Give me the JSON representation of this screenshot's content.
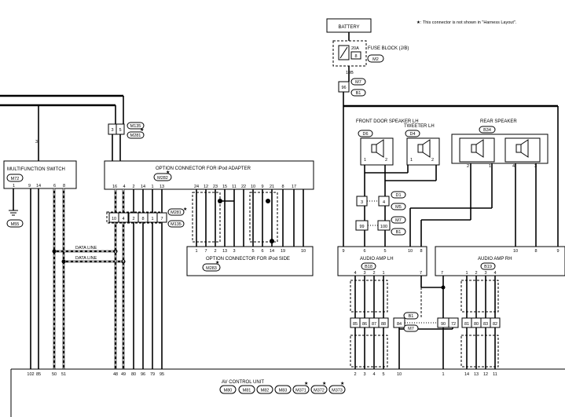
{
  "note": "★: This connector is not shown in \"Harness Layout\".",
  "battery": "BATTERY",
  "fuse_block": {
    "label": "FUSE BLOCK (J/B)",
    "rating": "20A",
    "fuse_no": "8",
    "connector": "M2",
    "terminal": "10B"
  },
  "joint_connector": {
    "terminal": "96",
    "connectors": [
      "M7",
      "B1"
    ]
  },
  "upper_joint": {
    "pins": [
      "3",
      "5"
    ],
    "connectors": [
      "M135",
      "M281"
    ]
  },
  "multifunction_switch": {
    "label": "MULTIFUNCTION SWITCH",
    "connector": "M72",
    "pins": [
      "1",
      "9",
      "14",
      "6",
      "8"
    ],
    "top_pin": "3",
    "ground": "M55"
  },
  "option_connector_ipod_adapter": {
    "label": "OPTION CONNECTOR FOR iPod ADAPTER",
    "connector": "M282",
    "pins_left": [
      "3",
      "5"
    ],
    "pins": [
      "16",
      "4",
      "2",
      "14",
      "1",
      "13"
    ],
    "pins_right": [
      "24",
      "12",
      "23",
      "15",
      "11",
      "22",
      "10",
      "9",
      "21",
      "8",
      "17"
    ]
  },
  "mid_joint": {
    "pins": [
      "10",
      "4",
      "2",
      "8",
      "1",
      "7"
    ],
    "connectors": [
      "M281",
      "M135"
    ]
  },
  "option_connector_ipod_side": {
    "label": "OPTION CONNECTOR FOR iPod SIDE",
    "connector": "M283",
    "pins": [
      "1",
      "7",
      "2",
      "13",
      "3",
      "5",
      "6",
      "14",
      "19",
      "10"
    ]
  },
  "data_lines": [
    "DATA LINE",
    "DATA LINE"
  ],
  "front_door_speaker_lh": {
    "label": "FRONT DOOR SPEAKER LH",
    "connector": "D6",
    "pins": [
      "1",
      "2"
    ]
  },
  "tweeter_lh": {
    "label": "TWEETER LH",
    "connector": "D4",
    "pins": [
      "1",
      "2"
    ]
  },
  "rear_speaker": {
    "label": "REAR SPEAKER",
    "connector": "B34",
    "pins": [
      "2",
      "1",
      "4",
      "3"
    ]
  },
  "door_joint": {
    "pins": [
      "3",
      "4"
    ],
    "connectors": [
      "D1",
      "M5"
    ]
  },
  "door_joint_2": {
    "pins": [
      "99",
      "100"
    ],
    "connectors": [
      "M7",
      "B1"
    ]
  },
  "audio_amp_lh": {
    "label": "AUDIO AMP LH",
    "connector": "B18",
    "top_pins": [
      "9",
      "6",
      "5",
      "10",
      "8"
    ],
    "side_pin": "7",
    "bottom_pins": [
      "4",
      "3",
      "2",
      "1"
    ]
  },
  "audio_amp_rh": {
    "label": "AUDIO AMP RH",
    "connector": "B19",
    "top_pins": [
      "10",
      "8",
      "9"
    ],
    "side_pin": "7",
    "bottom_pins": [
      "1",
      "2",
      "3",
      "4"
    ]
  },
  "amp_joint": {
    "pins": [
      "85",
      "86",
      "87",
      "88",
      "84",
      "90",
      "72",
      "81",
      "80",
      "83",
      "82"
    ],
    "connectors": [
      "B1",
      "M7"
    ]
  },
  "av_control_unit": {
    "label": "AV CONTROL UNIT",
    "connectors": [
      "M80",
      "M81",
      "M82",
      "M83",
      "M371",
      "M372",
      "M373"
    ],
    "bottom_pins": [
      "102",
      "85",
      "50",
      "51",
      "48",
      "49",
      "80",
      "96",
      "79",
      "95",
      "2",
      "3",
      "4",
      "5",
      "10",
      "1",
      "14",
      "13",
      "12",
      "11"
    ]
  }
}
